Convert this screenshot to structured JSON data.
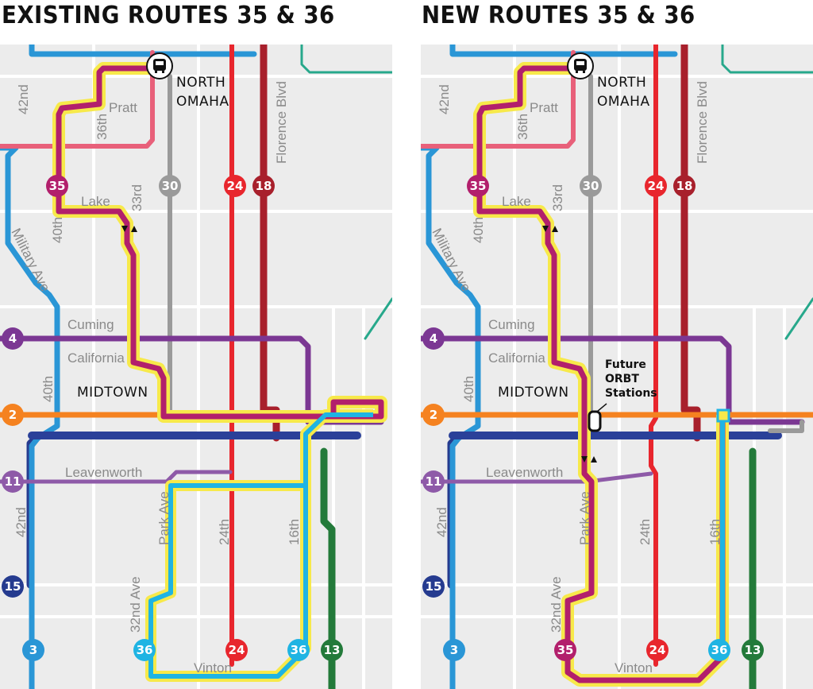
{
  "titles": {
    "left": "EXISTING ROUTES 35 & 36",
    "right": "NEW ROUTES 35 & 36"
  },
  "colors": {
    "background": "#ececec",
    "street": "#ffffff",
    "highlight": "#f7e94a",
    "r35": "#b21f6c",
    "r36": "#1fb4e3",
    "r24": "#e8262d",
    "r18": "#a8202c",
    "r30": "#9a9a9a",
    "r4": "#7b3793",
    "r2": "#f58220",
    "r11": "#8e5aa8",
    "r15": "#253b8f",
    "r3": "#2a96d6",
    "r13": "#237a3a",
    "pink": "#e8607a",
    "navy": "#2a4099",
    "teal": "#27a88b"
  },
  "map": {
    "areas": {
      "north": "NORTH",
      "omaha": "OMAHA",
      "midtown": "MIDTOWN"
    },
    "streets": {
      "s42_top": "42nd",
      "pratt": "Pratt",
      "s36": "36th",
      "florence": "Florence Blvd",
      "lake": "Lake",
      "s33": "33rd",
      "s40_top": "40th",
      "military": "Military Ave",
      "cuming": "Cuming",
      "california": "California",
      "s40_mid": "40th",
      "leavenworth": "Leavenworth",
      "park": "Park Ave",
      "s24": "24th",
      "s16": "16th",
      "s42_bottom": "42nd",
      "s32": "32nd Ave",
      "vinton": "Vinton"
    },
    "badges": {
      "r35": "35",
      "r30": "30",
      "r24": "24",
      "r18": "18",
      "r4": "4",
      "r2": "2",
      "r11": "11",
      "r15": "15",
      "r3": "3",
      "r36": "36",
      "r13": "13"
    },
    "orbt": [
      "Future",
      "ORBT",
      "Stations"
    ],
    "icons": {
      "bus_station": "bus-icon",
      "direction": "direction-arrows-icon"
    }
  }
}
